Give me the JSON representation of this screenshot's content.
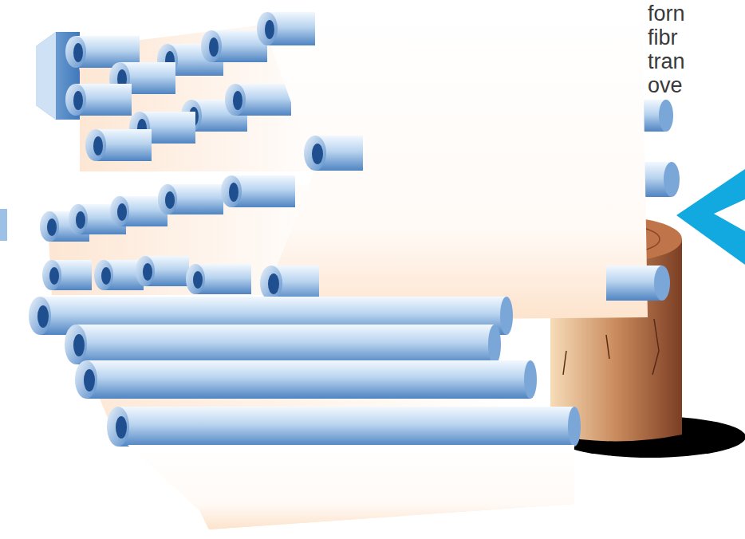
{
  "diagram": {
    "labels": [
      "forn",
      "fibr",
      "tran",
      "ove"
    ]
  }
}
